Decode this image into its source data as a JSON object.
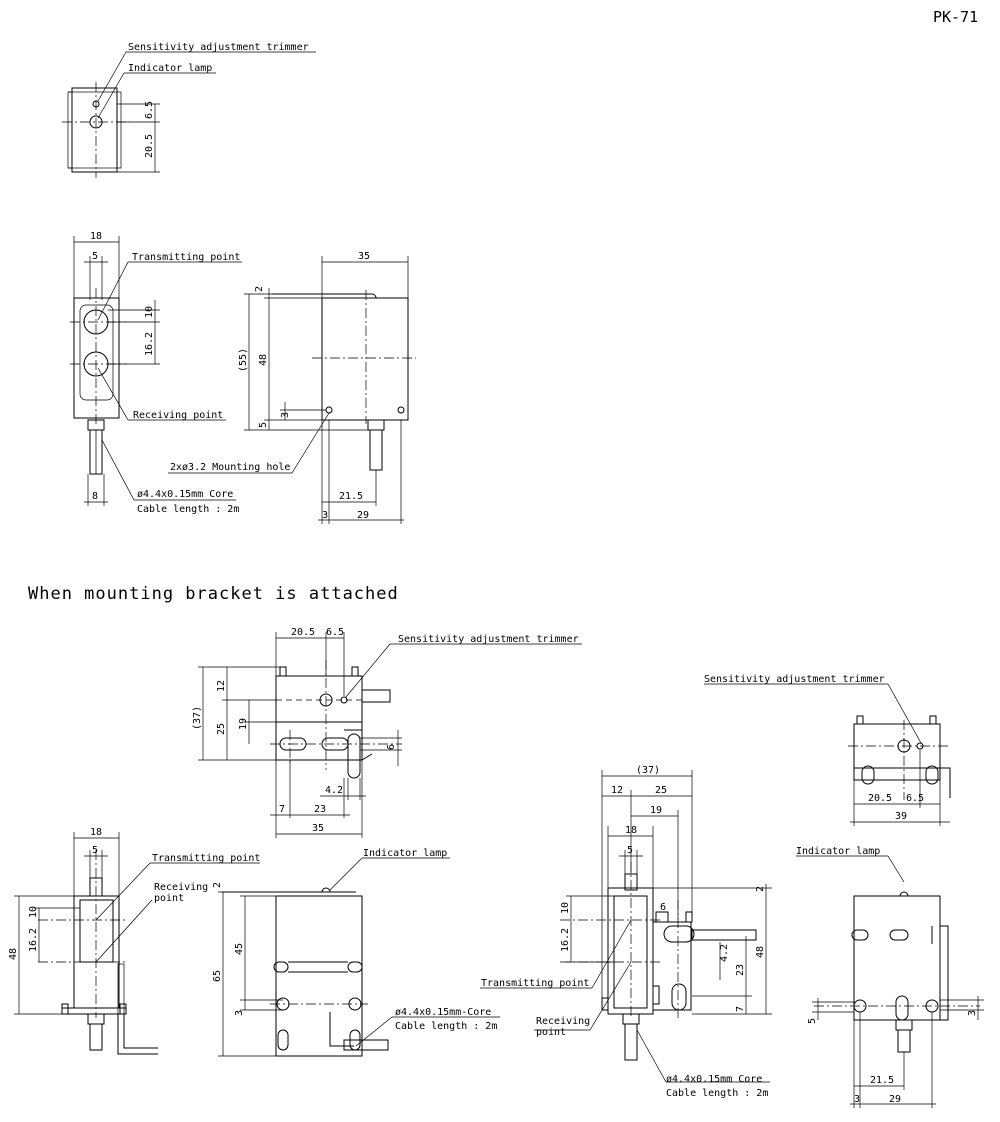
{
  "sheet": {
    "model": "PK-71",
    "heading_bracket": "When mounting bracket is attached"
  },
  "callouts": {
    "sensitivity_trimmer": "Sensitivity adjustment trimmer",
    "indicator_lamp": "Indicator lamp",
    "transmitting_point": "Transmitting point",
    "receiving_point": "Receiving point",
    "receiving_word": "Receiving",
    "point_word": "point",
    "mounting_hole": "2xø3.2 Mounting hole",
    "cable_core": "ø4.4x0.15mm Core",
    "cable_length": "Cable length : 2m",
    "cable_core_hyphen": "ø4.4x0.15mm-Core"
  },
  "dims": {
    "d2": "2",
    "d3": "3",
    "d4_2": "4.2",
    "d5": "5",
    "d6": "6",
    "d6_5": "6.5",
    "d7": "7",
    "d8": "8",
    "d10": "10",
    "d12": "12",
    "d16_2": "16.2",
    "d18": "18",
    "d19": "19",
    "d20_5": "20.5",
    "d21_5": "21.5",
    "d23": "23",
    "d25": "25",
    "d29": "29",
    "d35": "35",
    "d39": "39",
    "d45": "45",
    "d48": "48",
    "d65": "65",
    "p37": "(37)",
    "p55": "(55)"
  }
}
